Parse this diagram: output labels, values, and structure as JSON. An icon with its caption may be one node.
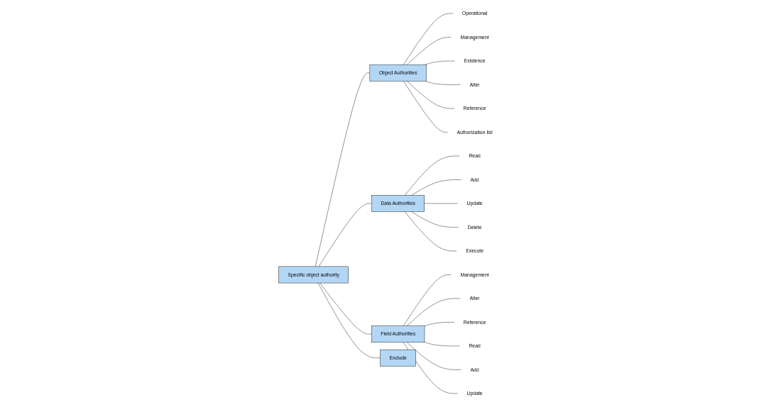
{
  "diagram": {
    "nodes": [
      {
        "text": [
          "Specific object authority"
        ]
      },
      {
        "text": [
          "Exclude"
        ]
      },
      {
        "text": [
          "Object Authorities"
        ]
      },
      {
        "text": [
          "Data Authorities"
        ]
      },
      {
        "text": [
          "Field Authorities"
        ]
      },
      {
        "text": [
          "Operational"
        ]
      },
      {
        "text": [
          "Management"
        ]
      },
      {
        "text": [
          "Existence"
        ]
      },
      {
        "text": [
          "Alter"
        ]
      },
      {
        "text": [
          "Reference"
        ]
      },
      {
        "text": [
          "Authorization list"
        ]
      },
      {
        "text": [
          "Read"
        ]
      },
      {
        "text": [
          "Add"
        ]
      },
      {
        "text": [
          "Update"
        ]
      },
      {
        "text": [
          "Delete"
        ]
      },
      {
        "text": [
          "Execute"
        ]
      },
      {
        "text": [
          "Management"
        ]
      },
      {
        "text": [
          "Alter"
        ]
      },
      {
        "text": [
          "Reference"
        ]
      },
      {
        "text": [
          "Read"
        ]
      },
      {
        "text": [
          "Add"
        ]
      },
      {
        "text": [
          "Update"
        ]
      }
    ],
    "edges": [
      {
        "from": 0,
        "to": 1,
        "arrow": "none"
      },
      {
        "from": 0,
        "to": 2,
        "arrow": "none"
      },
      {
        "from": 0,
        "to": 3,
        "arrow": "none"
      },
      {
        "from": 0,
        "to": 4,
        "arrow": "none"
      },
      {
        "from": 2,
        "to": 5,
        "arrow": "none"
      },
      {
        "from": 2,
        "to": 6,
        "arrow": "none"
      },
      {
        "from": 2,
        "to": 7,
        "arrow": "none"
      },
      {
        "from": 2,
        "to": 8,
        "arrow": "none"
      },
      {
        "from": 2,
        "to": 9,
        "arrow": "none"
      },
      {
        "from": 2,
        "to": 10,
        "arrow": "none"
      },
      {
        "from": 3,
        "to": 11,
        "arrow": "none"
      },
      {
        "from": 3,
        "to": 12,
        "arrow": "none"
      },
      {
        "from": 3,
        "to": 13,
        "arrow": "none"
      },
      {
        "from": 3,
        "to": 14,
        "arrow": "none"
      },
      {
        "from": 3,
        "to": 15,
        "arrow": "none"
      },
      {
        "from": 4,
        "to": 16,
        "arrow": "none"
      },
      {
        "from": 4,
        "to": 17,
        "arrow": "none"
      },
      {
        "from": 4,
        "to": 18,
        "arrow": "none"
      },
      {
        "from": 4,
        "to": 19,
        "arrow": "none"
      },
      {
        "from": 4,
        "to": 20,
        "arrow": "none"
      },
      {
        "from": 4,
        "to": 21,
        "arrow": "none"
      }
    ]
  }
}
